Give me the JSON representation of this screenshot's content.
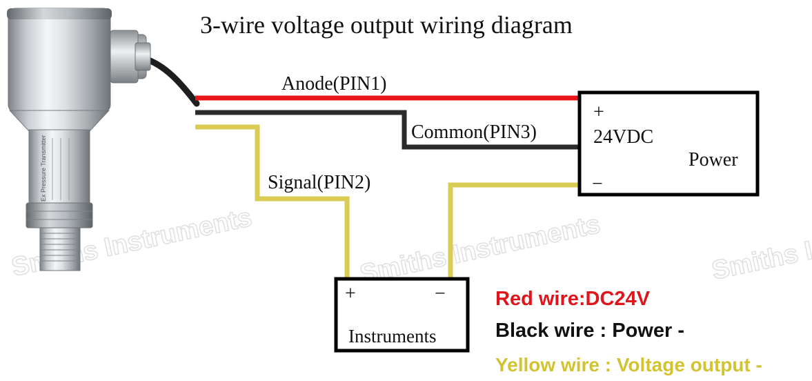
{
  "diagram": {
    "title": "3-wire voltage output wiring diagram",
    "wire_labels": {
      "anode": "Anode(PIN1)",
      "common": "Common(PIN3)",
      "signal": "Signal(PIN2)"
    },
    "power_box": {
      "plus": "+",
      "voltage": "24VDC",
      "label": "Power",
      "minus": "−"
    },
    "instruments_box": {
      "plus": "+",
      "minus": "−",
      "label": "Instruments"
    },
    "legend": {
      "red": "Red wire:DC24V",
      "black": "Black wire : Power -",
      "yellow": "Yellow wire : Voltage output -"
    },
    "transmitter_label": "Ex Pressure Transmitter",
    "watermark": "Smiths Instruments"
  },
  "colors": {
    "red_wire": "#e8151b",
    "black_wire": "#2b2b2b",
    "yellow_wire": "#d8cc55",
    "legend_red": "#e0151b",
    "legend_black": "#111111",
    "legend_yellow": "#d2c431",
    "box_border": "#000000",
    "steel_light": "#e6e8ea",
    "steel_dark": "#8e9397"
  }
}
